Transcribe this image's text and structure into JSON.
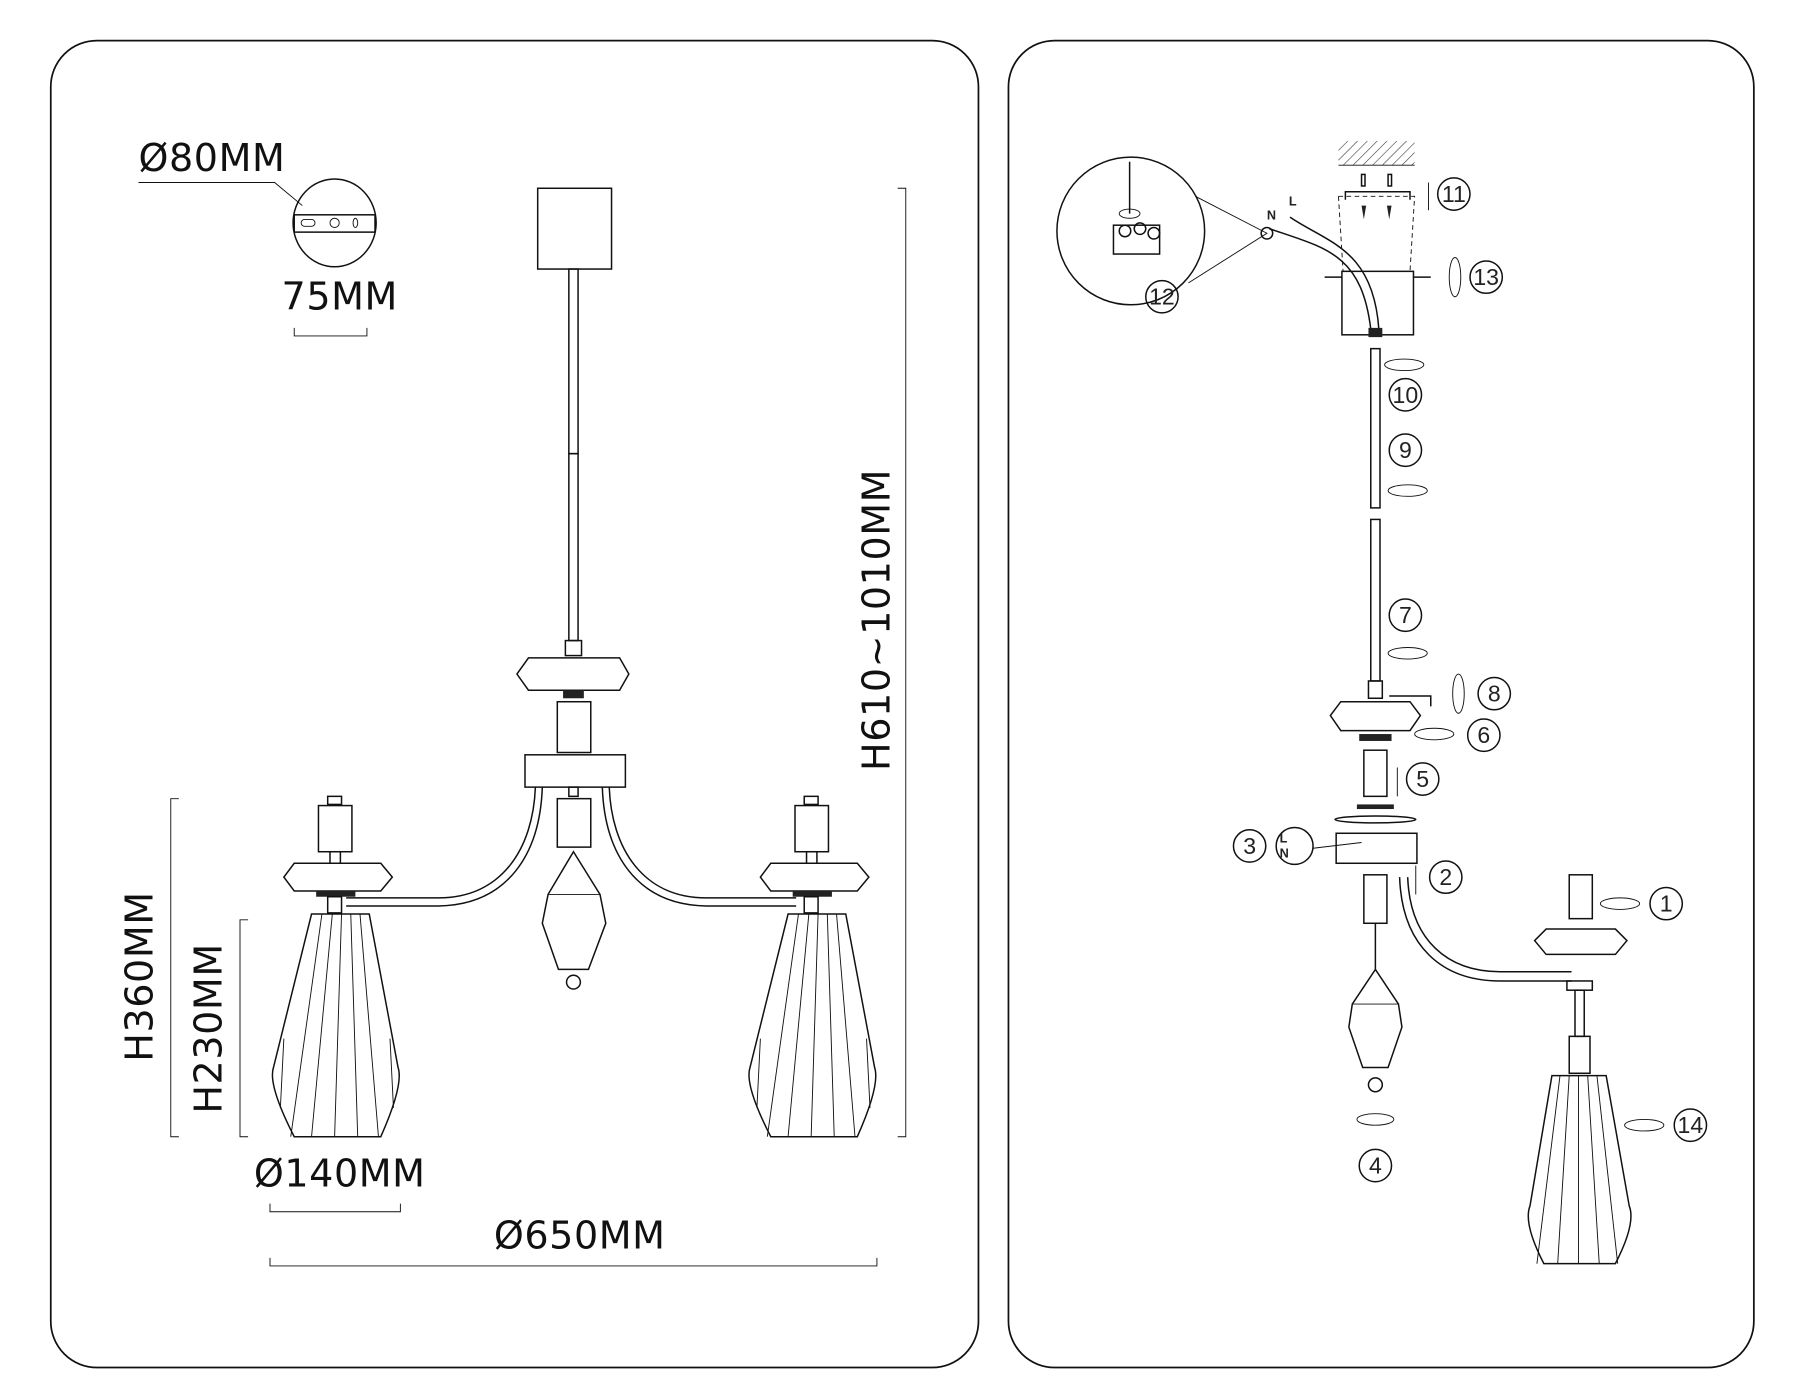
{
  "dimensions": {
    "mount_diameter": "Ø80MM",
    "mount_hole_spacing": "75MM",
    "total_height": "H610~1010MM",
    "arm_height": "H360MM",
    "shade_height": "H230MM",
    "shade_diameter": "Ø140MM",
    "total_diameter": "Ø650MM"
  },
  "assembly": {
    "wire_labels": {
      "neutral": "N",
      "live": "L"
    },
    "step_numbers": [
      "1",
      "2",
      "3",
      "4",
      "5",
      "6",
      "7",
      "8",
      "9",
      "10",
      "11",
      "12",
      "13",
      "14"
    ],
    "terminal_labels": {
      "live": "L",
      "neutral": "N"
    }
  }
}
